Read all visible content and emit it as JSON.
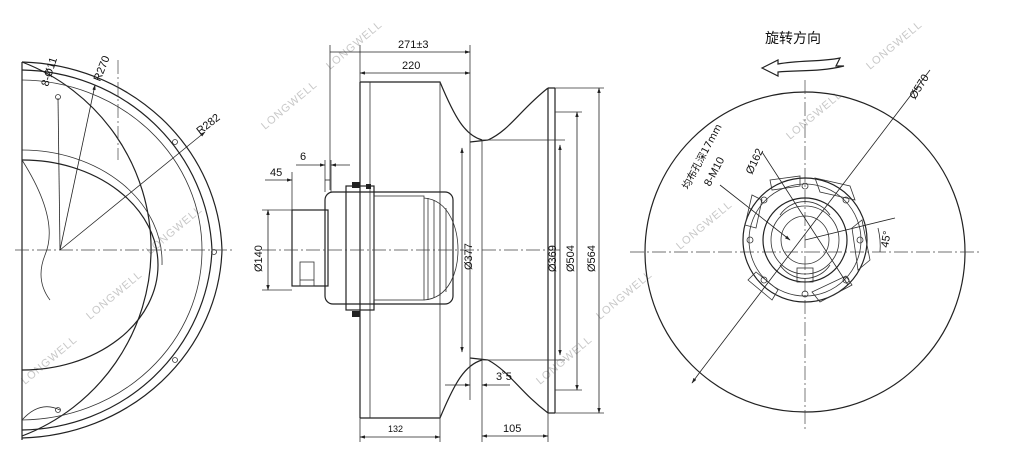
{
  "watermark": "LONGWELL",
  "left_view": {
    "labels": {
      "holes": "8-Ø11",
      "r_inner": "R270",
      "r_outer": "R282"
    }
  },
  "side_view": {
    "labels": {
      "overall_len": "271±3",
      "impeller_len": "220",
      "d6": "6",
      "d45": "45",
      "d140": "Ø140",
      "d377": "Ø377",
      "d369": "Ø369",
      "d504": "Ø504",
      "d564": "Ø564",
      "d3_5": "3˚5",
      "d132": "132",
      "d105": "105"
    }
  },
  "front_view": {
    "labels": {
      "rotation": "旋转方向",
      "d570": "Ø570",
      "d162": "Ø162",
      "m10": "8-M10",
      "depth_note": "均布孔深17mm",
      "angle": "45°"
    }
  }
}
